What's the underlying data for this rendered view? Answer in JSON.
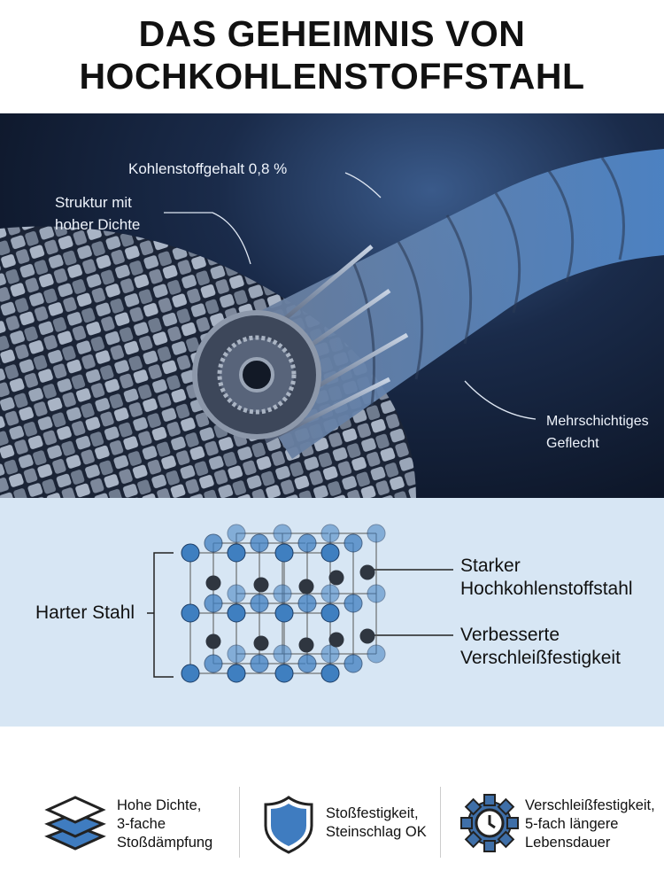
{
  "title": {
    "line1": "DAS GEHEIMNIS VON",
    "line2": "HOCHKOHLENSTOFFSTAHL"
  },
  "hero": {
    "annotations": {
      "carbon": "Kohlenstoffgehalt 0,8 %",
      "structure_line1": "Struktur mit",
      "structure_line2": "hoher Dichte",
      "braid_line1": "Mehrschichtiges",
      "braid_line2": "Geflecht"
    }
  },
  "crystal": {
    "left_label": "Harter Stahl",
    "right_labels": [
      {
        "line1": "Starker",
        "line2": "Hochkohlenstoffstahl"
      },
      {
        "line1": "Verbesserte",
        "line2": "Verschleißfestigkeit"
      }
    ],
    "colors": {
      "iron_atom": "#3f7fc0",
      "carbon_atom": "#2f3640",
      "background": "#d7e6f4"
    }
  },
  "features": [
    {
      "icon": "layers-icon",
      "lines": [
        "Hohe Dichte,",
        "3-fache",
        "Stoßdämpfung"
      ]
    },
    {
      "icon": "shield-icon",
      "lines": [
        "Stoßfestigkeit,",
        "Steinschlag OK"
      ]
    },
    {
      "icon": "gear-clock-icon",
      "lines": [
        "Verschleißfestigkeit,",
        "5-fach längere",
        "Lebensdauer"
      ]
    }
  ],
  "colors": {
    "accent": "#3f7cc0",
    "hero_bg": "#0d1628"
  }
}
